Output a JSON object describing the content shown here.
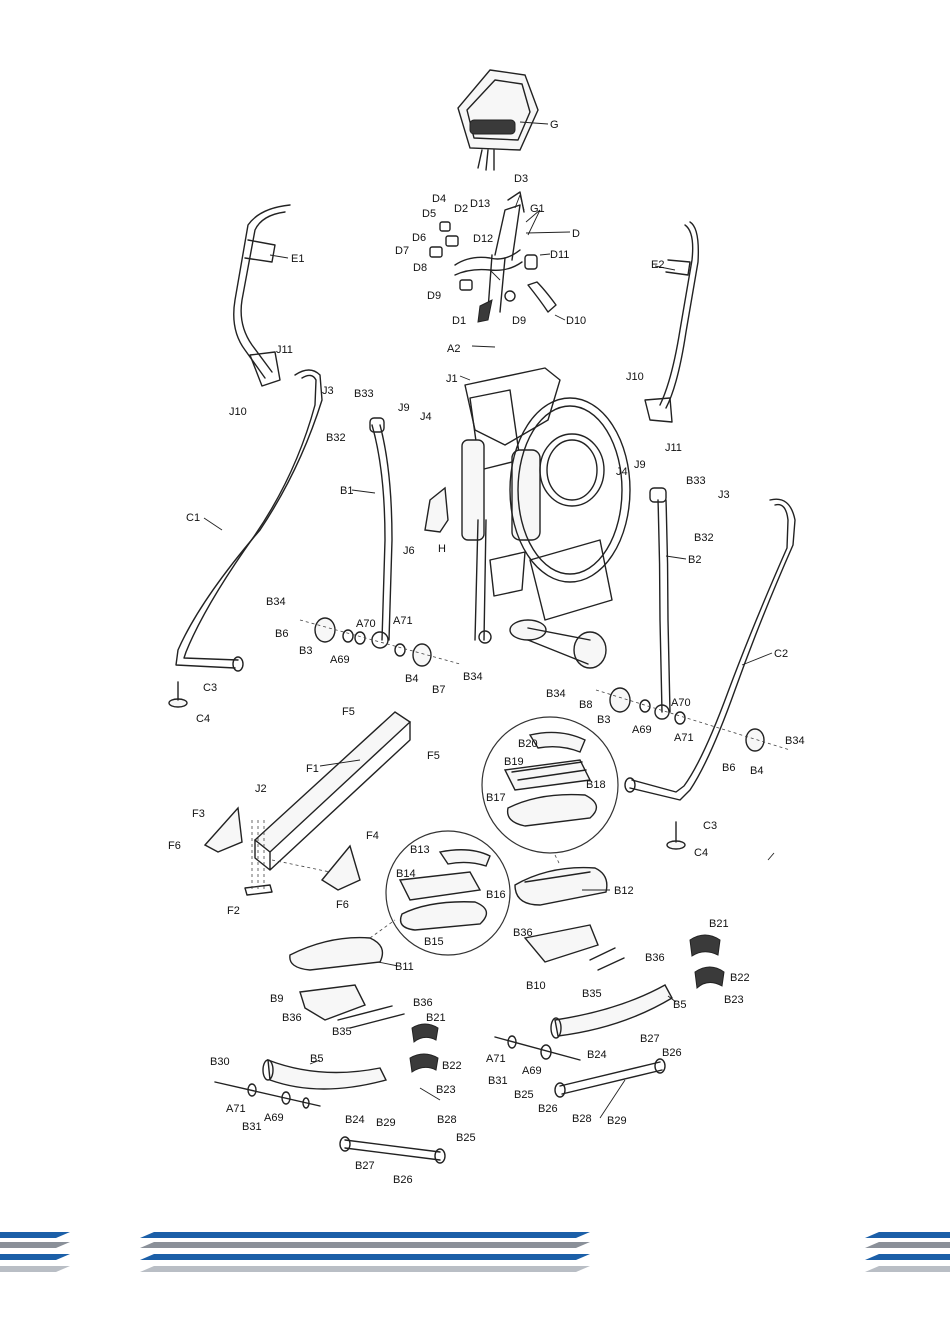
{
  "footer": {
    "stripe_colors": [
      "#1b5fa8",
      "#8a9099",
      "#1b5fa8",
      "#b9bec5"
    ]
  },
  "labels": [
    {
      "id": "G"
    },
    {
      "id": "D3"
    },
    {
      "id": "G1"
    },
    {
      "id": "D4"
    },
    {
      "id": "D5"
    },
    {
      "id": "D2"
    },
    {
      "id": "D13"
    },
    {
      "id": "D"
    },
    {
      "id": "D6"
    },
    {
      "id": "D12"
    },
    {
      "id": "D7"
    },
    {
      "id": "D11"
    },
    {
      "id": "D8"
    },
    {
      "id": "D9"
    },
    {
      "id": "D1"
    },
    {
      "id": "D9"
    },
    {
      "id": "D10"
    },
    {
      "id": "E1"
    },
    {
      "id": "E2"
    },
    {
      "id": "J11"
    },
    {
      "id": "J10"
    },
    {
      "id": "A2"
    },
    {
      "id": "J1"
    },
    {
      "id": "J10"
    },
    {
      "id": "J11"
    },
    {
      "id": "J3"
    },
    {
      "id": "B33"
    },
    {
      "id": "J9"
    },
    {
      "id": "J4"
    },
    {
      "id": "B32"
    },
    {
      "id": "J4"
    },
    {
      "id": "J9"
    },
    {
      "id": "B33"
    },
    {
      "id": "J3"
    },
    {
      "id": "B32"
    },
    {
      "id": "C1"
    },
    {
      "id": "B1"
    },
    {
      "id": "J6"
    },
    {
      "id": "H"
    },
    {
      "id": "B2"
    },
    {
      "id": "B34"
    },
    {
      "id": "B6"
    },
    {
      "id": "A70"
    },
    {
      "id": "A71"
    },
    {
      "id": "B3"
    },
    {
      "id": "A69"
    },
    {
      "id": "B4"
    },
    {
      "id": "B7"
    },
    {
      "id": "B34"
    },
    {
      "id": "C2"
    },
    {
      "id": "C3"
    },
    {
      "id": "C4"
    },
    {
      "id": "B34"
    },
    {
      "id": "B8"
    },
    {
      "id": "B3"
    },
    {
      "id": "A70"
    },
    {
      "id": "A69"
    },
    {
      "id": "A71"
    },
    {
      "id": "B34"
    },
    {
      "id": "B6"
    },
    {
      "id": "B4"
    },
    {
      "id": "F5"
    },
    {
      "id": "F5"
    },
    {
      "id": "B20"
    },
    {
      "id": "B19"
    },
    {
      "id": "B18"
    },
    {
      "id": "B17"
    },
    {
      "id": "F1"
    },
    {
      "id": "J2"
    },
    {
      "id": "F3"
    },
    {
      "id": "F6"
    },
    {
      "id": "F4"
    },
    {
      "id": "C3"
    },
    {
      "id": "C4"
    },
    {
      "id": "B13"
    },
    {
      "id": "B14"
    },
    {
      "id": "B16"
    },
    {
      "id": "B15"
    },
    {
      "id": "B12"
    },
    {
      "id": "F6"
    },
    {
      "id": "F2"
    },
    {
      "id": "B11"
    },
    {
      "id": "B36"
    },
    {
      "id": "B36"
    },
    {
      "id": "B21"
    },
    {
      "id": "B10"
    },
    {
      "id": "B35"
    },
    {
      "id": "B22"
    },
    {
      "id": "B23"
    },
    {
      "id": "B9"
    },
    {
      "id": "B36"
    },
    {
      "id": "B36"
    },
    {
      "id": "B5"
    },
    {
      "id": "B35"
    },
    {
      "id": "B21"
    },
    {
      "id": "B27"
    },
    {
      "id": "B26"
    },
    {
      "id": "A71"
    },
    {
      "id": "B24"
    },
    {
      "id": "B22"
    },
    {
      "id": "B31"
    },
    {
      "id": "A69"
    },
    {
      "id": "B30"
    },
    {
      "id": "B5"
    },
    {
      "id": "B23"
    },
    {
      "id": "B25"
    },
    {
      "id": "B26"
    },
    {
      "id": "B28"
    },
    {
      "id": "B29"
    },
    {
      "id": "A71"
    },
    {
      "id": "B31"
    },
    {
      "id": "A69"
    },
    {
      "id": "B24"
    },
    {
      "id": "B29"
    },
    {
      "id": "B28"
    },
    {
      "id": "B25"
    },
    {
      "id": "B27"
    },
    {
      "id": "B26"
    }
  ]
}
